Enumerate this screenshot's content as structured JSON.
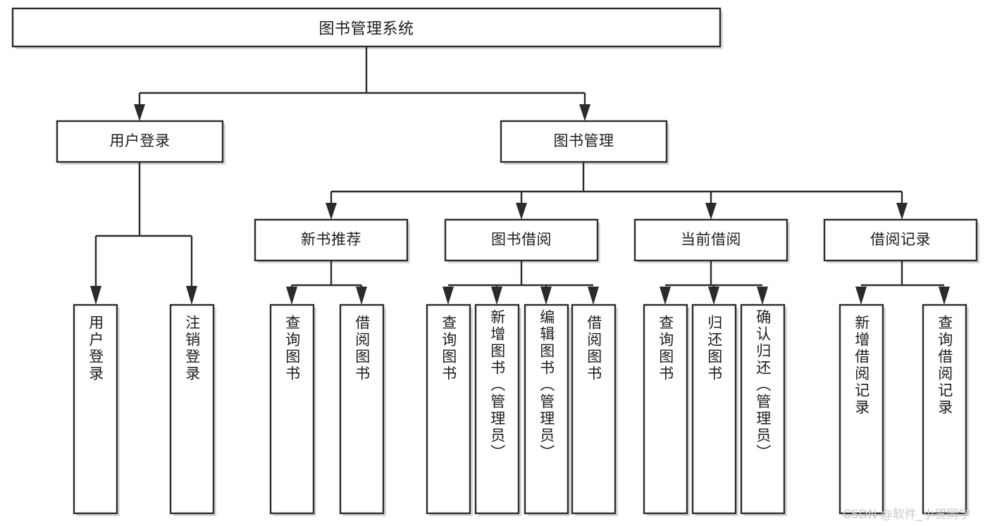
{
  "diagram": {
    "title": "图书管理系统",
    "type": "hierarchy-tree",
    "levels": 4,
    "root": {
      "id": "root",
      "label": "图书管理系统",
      "orientation": "horizontal"
    },
    "level2": [
      {
        "id": "user-login",
        "label": "用户登录",
        "orientation": "horizontal"
      },
      {
        "id": "book-management",
        "label": "图书管理",
        "orientation": "horizontal"
      }
    ],
    "level3": [
      {
        "id": "new-book-recommend",
        "label": "新书推荐",
        "orientation": "horizontal",
        "parent": "book-management"
      },
      {
        "id": "book-borrow",
        "label": "图书借阅",
        "orientation": "horizontal",
        "parent": "book-management"
      },
      {
        "id": "current-borrow",
        "label": "当前借阅",
        "orientation": "horizontal",
        "parent": "book-management"
      },
      {
        "id": "borrow-record",
        "label": "借阅记录",
        "orientation": "horizontal",
        "parent": "book-management"
      }
    ],
    "leaves": [
      {
        "id": "leaf-user-login",
        "label": "用户登录",
        "parent": "user-login",
        "orientation": "vertical"
      },
      {
        "id": "leaf-logout-login",
        "label": "注销登录",
        "parent": "user-login",
        "orientation": "vertical"
      },
      {
        "id": "leaf-query-book-1",
        "label": "查询图书",
        "parent": "new-book-recommend",
        "orientation": "vertical"
      },
      {
        "id": "leaf-borrow-book-1",
        "label": "借阅图书",
        "parent": "new-book-recommend",
        "orientation": "vertical"
      },
      {
        "id": "leaf-query-book-2",
        "label": "查询图书",
        "parent": "book-borrow",
        "orientation": "vertical"
      },
      {
        "id": "leaf-add-book",
        "label": "新增图书（管理员）",
        "parent": "book-borrow",
        "orientation": "vertical"
      },
      {
        "id": "leaf-edit-book",
        "label": "编辑图书（管理员）",
        "parent": "book-borrow",
        "orientation": "vertical"
      },
      {
        "id": "leaf-borrow-book-2",
        "label": "借阅图书",
        "parent": "book-borrow",
        "orientation": "vertical"
      },
      {
        "id": "leaf-query-book-3",
        "label": "查询图书",
        "parent": "current-borrow",
        "orientation": "vertical"
      },
      {
        "id": "leaf-return-book",
        "label": "归还图书",
        "parent": "current-borrow",
        "orientation": "vertical"
      },
      {
        "id": "leaf-confirm-return",
        "label": "确认归还（管理员）",
        "parent": "current-borrow",
        "orientation": "vertical"
      },
      {
        "id": "leaf-add-record",
        "label": "新增借阅记录",
        "parent": "borrow-record",
        "orientation": "vertical"
      },
      {
        "id": "leaf-query-record",
        "label": "查询借阅记录",
        "parent": "borrow-record",
        "orientation": "vertical"
      }
    ],
    "colors": {
      "stroke": "#2b2b2b",
      "fill": "#ffffff",
      "text": "#1d1d1d",
      "watermark": "#c9c9c9",
      "background": "#ffffff"
    }
  },
  "watermark": {
    "text": "CSDN @软件_小贺同学"
  }
}
